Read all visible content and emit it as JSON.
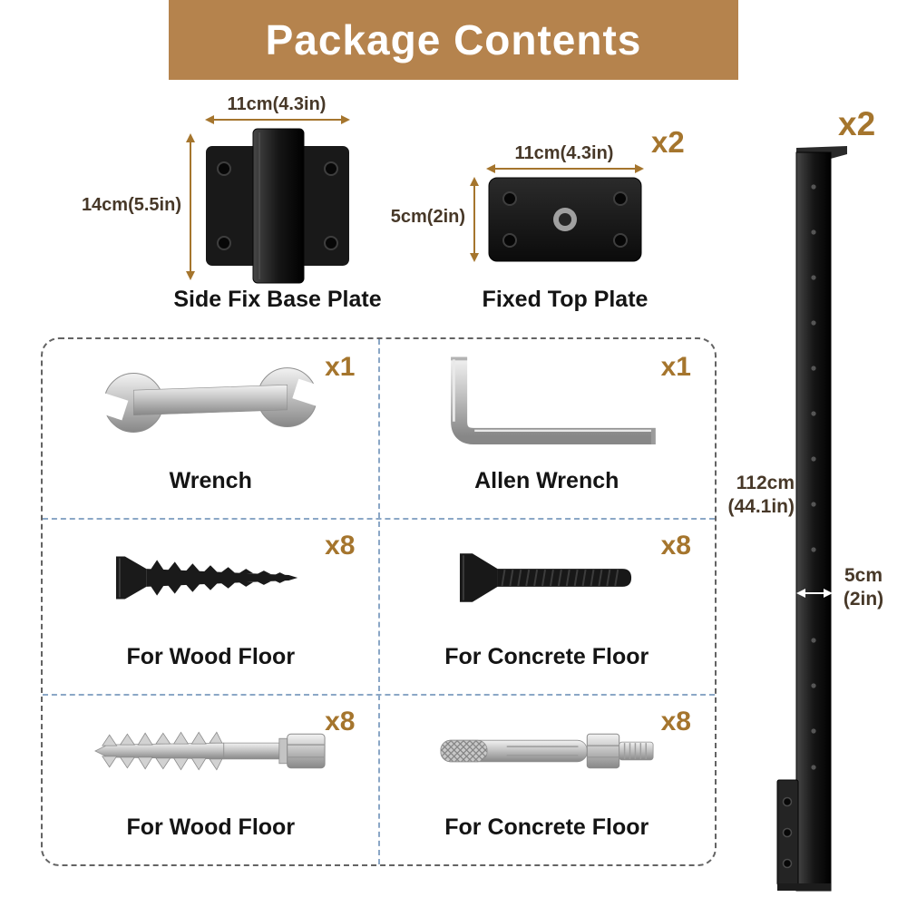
{
  "header": {
    "title": "Package Contents"
  },
  "base_plate": {
    "caption": "Side Fix Base Plate",
    "width_dim": "11cm(4.3in)",
    "height_dim": "14cm(5.5in)"
  },
  "top_plate": {
    "caption": "Fixed Top Plate",
    "width_dim": "11cm(4.3in)",
    "height_dim": "5cm(2in)",
    "qty": "x2"
  },
  "post": {
    "qty": "x2",
    "height_dim_cm": "112cm",
    "height_dim_in": "(44.1in)",
    "width_dim_cm": "5cm",
    "width_dim_in": "(2in)"
  },
  "grid_items": [
    {
      "caption": "Wrench",
      "qty": "x1",
      "icon": "wrench-icon"
    },
    {
      "caption": "Allen Wrench",
      "qty": "x1",
      "icon": "allen-wrench-icon"
    },
    {
      "caption": "For Wood Floor",
      "qty": "x8",
      "icon": "black-wood-screw-icon"
    },
    {
      "caption": "For Concrete Floor",
      "qty": "x8",
      "icon": "black-concrete-bolt-icon"
    },
    {
      "caption": "For Wood Floor",
      "qty": "x8",
      "icon": "silver-lag-screw-icon"
    },
    {
      "caption": "For Concrete Floor",
      "qty": "x8",
      "icon": "silver-anchor-bolt-icon"
    }
  ],
  "colors": {
    "banner": "#b5834d",
    "accent": "#a5752d",
    "dimension_text": "#473828",
    "divider_blue": "#8ba7c6"
  }
}
